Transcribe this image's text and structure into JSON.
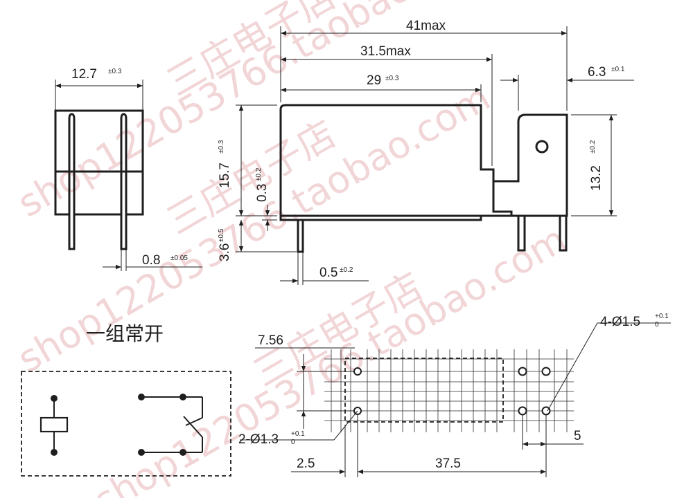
{
  "watermarks": [
    "shop122053766.taobao.com",
    "三庄电子店"
  ],
  "side_view": {
    "width_value": "12.7",
    "width_tol": "±0.3",
    "pin_value": "0.8",
    "pin_tol": "±0.05"
  },
  "front_view": {
    "overall_value": "41max",
    "body_value": "31.5max",
    "case_value": "29",
    "case_tol": "±0.3",
    "tab_value": "6.3",
    "tab_tol": "±0.1",
    "height_value": "15.7",
    "height_tol": "±0.3",
    "standoff_value": "0.3",
    "standoff_tol": "±0.2",
    "pin_len_value": "3.6",
    "pin_len_tol": "±0.5",
    "pin_w_value": "0.5",
    "pin_w_tol": "±0.2",
    "tab_h_value": "13.2",
    "tab_h_tol": "±0.2"
  },
  "schematic": {
    "title": "一组常开"
  },
  "pcb": {
    "dim_756": "7.56",
    "holes_small_value": "2-Ø1.3",
    "holes_small_tol_plus": "+0.1",
    "holes_small_tol_minus": "0",
    "holes_large_value": "4-Ø1.5",
    "holes_large_tol_plus": "+0.1",
    "holes_large_tol_minus": "0",
    "dim_25": "2.5",
    "dim_375": "37.5",
    "dim_5": "5"
  }
}
